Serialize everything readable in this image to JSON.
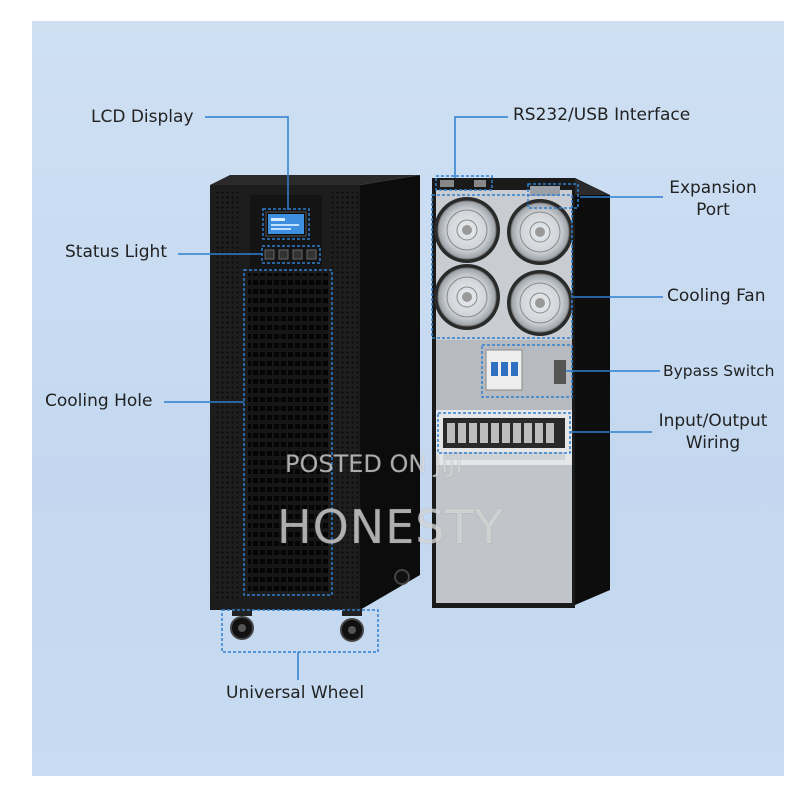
{
  "labels": {
    "lcd_display": "LCD Display",
    "status_light": "Status Light",
    "cooling_hole": "Cooling Hole",
    "universal_wheel": "Universal Wheel",
    "rs232_usb": "RS232/USB Interface",
    "expansion_port_line1": "Expansion",
    "expansion_port_line2": "Port",
    "cooling_fan": "Cooling Fan",
    "bypass_switch": "Bypass Switch",
    "io_wiring_line1": "Input/Output",
    "io_wiring_line2": "Wiring"
  },
  "watermark": {
    "line1": "POSTED ON JIJI",
    "line2": "HONESTY"
  },
  "colors": {
    "background": "#c8dcf1",
    "callout_line": "#2f7fd0",
    "cabinet": "#1b1b1b",
    "rear_panel": "#b9bdc2",
    "lcd_screen": "#3f8fe0"
  }
}
